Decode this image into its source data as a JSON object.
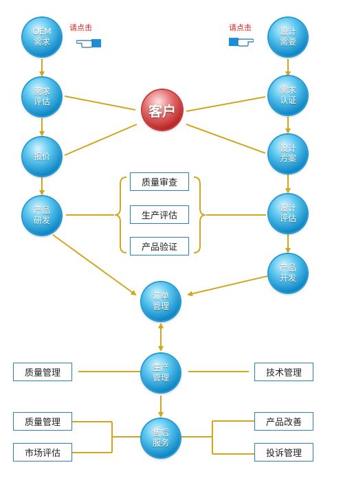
{
  "colors": {
    "connector": "#d2a51a",
    "node_blue": "#1f9ad6",
    "customer_red": "#c83a3a",
    "box_border": "#2a7fb3",
    "hint_red": "#e02020"
  },
  "hints": {
    "left": "请点击",
    "right": "请点击",
    "left_icon": "pointing-hand-right-icon",
    "right_icon": "pointing-hand-left-icon"
  },
  "customer": "客户",
  "left_column": [
    "OEM\n需求",
    "需求\n评估",
    "报价",
    "产品\n研发"
  ],
  "right_column": [
    "设计\n需要",
    "需求\n认证",
    "设计\n方案",
    "设计\n评估",
    "产品\n开发"
  ],
  "center_column": [
    "订单\n管理",
    "生产\n管理",
    "售后\n服务"
  ],
  "middle_boxes": [
    "质量审查",
    "生产评估",
    "产品验证"
  ],
  "production_boxes": {
    "left": "质量管理",
    "right": "技术管理"
  },
  "after_sales_boxes": {
    "left": [
      "质量管理",
      "市场评估"
    ],
    "right": [
      "产品改善",
      "投诉管理"
    ]
  }
}
